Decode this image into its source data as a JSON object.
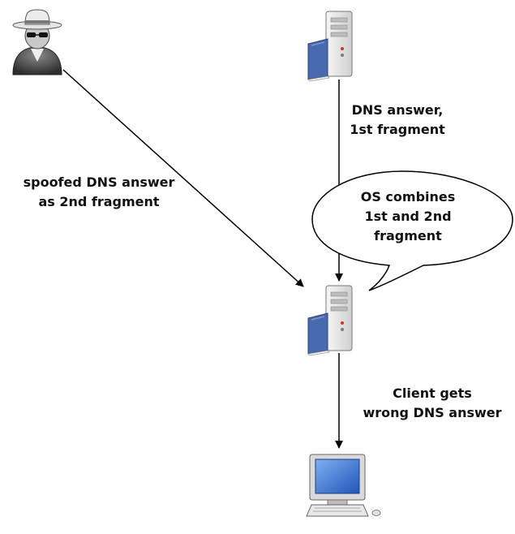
{
  "labels": {
    "spoofed_line1": "spoofed DNS answer",
    "spoofed_line2": "as 2nd fragment",
    "dns_answer_line1": "DNS answer,",
    "dns_answer_line2": "1st fragment",
    "bubble_line1": "OS combines",
    "bubble_line2": "1st and 2nd",
    "bubble_line3": "fragment",
    "client_line1": "Client gets",
    "client_line2": "wrong DNS answer"
  },
  "icons": {
    "attacker": "spy-icon",
    "dns_server": "server-icon",
    "resolver": "server-icon",
    "client": "desktop-computer-icon"
  },
  "colors": {
    "line": "#000000",
    "server_body": "#e6e6e6",
    "book_blue": "#4a6ab0",
    "screen_blue": "#2f6fd0"
  }
}
